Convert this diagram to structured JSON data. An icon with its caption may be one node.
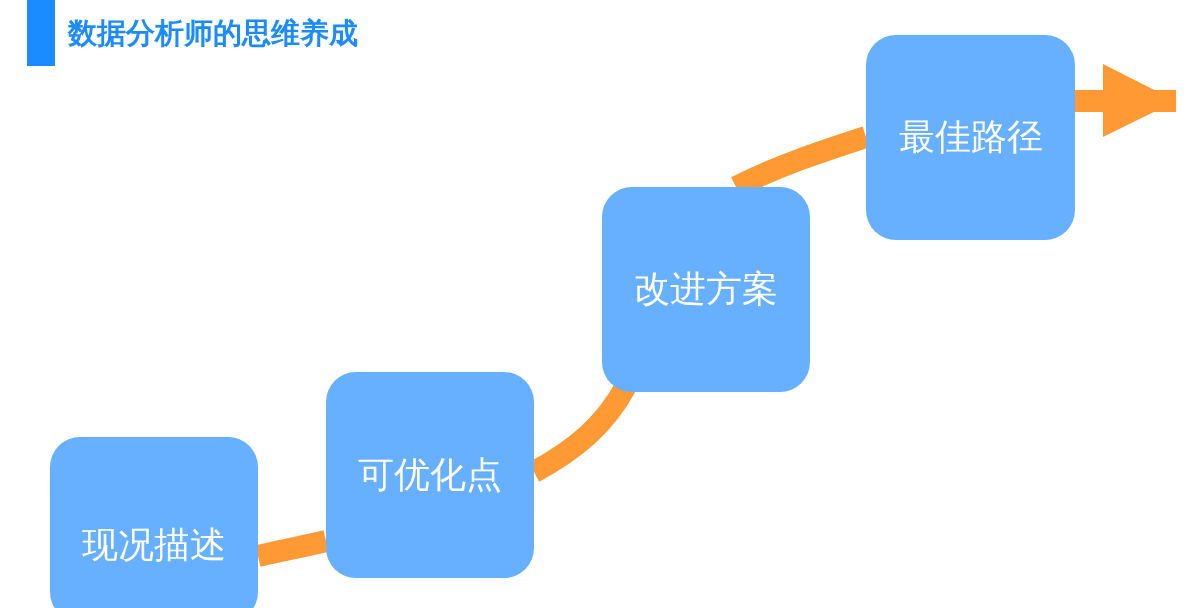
{
  "diagram": {
    "title": "数据分析师的思维养成",
    "nodes": [
      {
        "text": [
          "现况描述"
        ]
      },
      {
        "text": [
          "可优化点"
        ]
      },
      {
        "text": [
          "改进方案"
        ]
      },
      {
        "text": [
          "最佳路径"
        ]
      }
    ],
    "edges": [
      {
        "from": 0,
        "to": 1,
        "arrow": "none"
      },
      {
        "from": 1,
        "to": 2,
        "arrow": "none"
      },
      {
        "from": 2,
        "to": 3,
        "arrow": "none"
      },
      {
        "from": 3,
        "to": null,
        "arrow": "to"
      }
    ]
  }
}
